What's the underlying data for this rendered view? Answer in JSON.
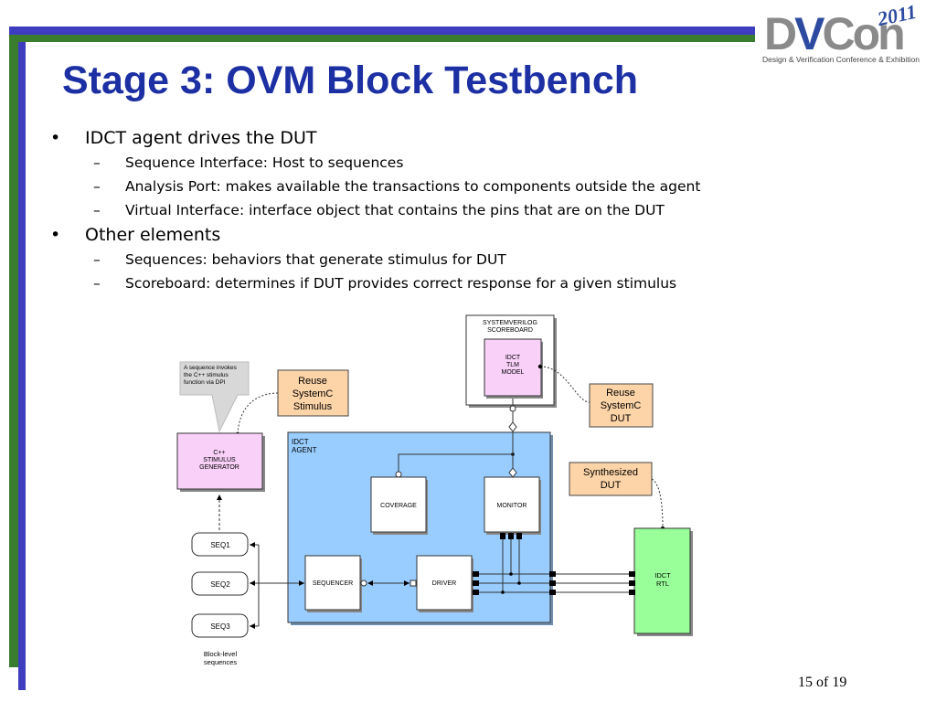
{
  "slide": {
    "title": "Stage 3: OVM Block Testbench",
    "page_number": "15 of 19",
    "bullets": [
      {
        "text": "IDCT agent drives the DUT",
        "sub": [
          "Sequence Interface: Host to sequences",
          "Analysis Port: makes available the transactions to components outside the agent",
          "Virtual Interface: interface object that contains the pins that are on the DUT"
        ]
      },
      {
        "text": "Other elements",
        "sub": [
          "Sequences: behaviors that generate stimulus for DUT",
          "Scoreboard: determines if DUT provides correct response for a given stimulus"
        ]
      }
    ],
    "bullet_marks": {
      "level1": "•",
      "level2": "–"
    }
  },
  "logo": {
    "main_d": "D",
    "main_v": "V",
    "main_rest": "Con",
    "year": "2011",
    "subtitle": "Design & Verification Conference & Exhibition"
  },
  "diagram": {
    "callout": [
      "A sequence invokes",
      "the C++ stimulus",
      "function via DPI"
    ],
    "reuse_stimulus": [
      "Reuse",
      "SystemC",
      "Stimulus"
    ],
    "stimulus_generator": [
      "C++",
      "STIMULUS",
      "GENERATOR"
    ],
    "scoreboard_label": [
      "SYSTEMVERILOG",
      "SCOREBOARD"
    ],
    "tlm_model": [
      "IDCT",
      "TLM",
      "MODEL"
    ],
    "reuse_dut": [
      "Reuse",
      "SystemC",
      "DUT"
    ],
    "synthesized_dut": [
      "Synthesized",
      "DUT"
    ],
    "agent_label": [
      "IDCT",
      "AGENT"
    ],
    "coverage": "COVERAGE",
    "monitor": "MONITOR",
    "sequencer": "SEQUENCER",
    "driver": "DRIVER",
    "idct_rtl": [
      "IDCT",
      "RTL"
    ],
    "seqs": [
      "SEQ1",
      "SEQ2",
      "SEQ3"
    ],
    "block_level": [
      "Block-level",
      "sequences"
    ],
    "colors": {
      "agent_fill": "#99ccff",
      "pink_fill": "#f8d0f8",
      "orange_fill": "#fcd4a8",
      "green_fill": "#99ff99",
      "title_blue": "#1c2fa3"
    }
  }
}
